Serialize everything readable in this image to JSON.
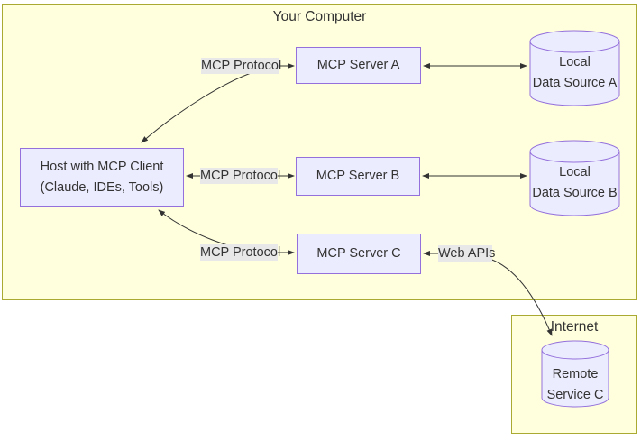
{
  "groups": {
    "your_computer": {
      "title": "Your Computer"
    },
    "internet": {
      "title": "Internet"
    }
  },
  "nodes": {
    "host": {
      "line1": "Host with MCP Client",
      "line2": "(Claude, IDEs, Tools)"
    },
    "server_a": {
      "label": "MCP Server A"
    },
    "server_b": {
      "label": "MCP Server B"
    },
    "server_c": {
      "label": "MCP Server C"
    },
    "data_a": {
      "line1": "Local",
      "line2": "Data Source A"
    },
    "data_b": {
      "line1": "Local",
      "line2": "Data Source B"
    },
    "remote_c": {
      "line1": "Remote",
      "line2": "Service C"
    }
  },
  "edges": [
    {
      "from": "Host with MCP Client",
      "to": "MCP Server A",
      "label": "MCP Protocol",
      "bidirectional": true
    },
    {
      "from": "Host with MCP Client",
      "to": "MCP Server B",
      "label": "MCP Protocol",
      "bidirectional": true
    },
    {
      "from": "Host with MCP Client",
      "to": "MCP Server C",
      "label": "MCP Protocol",
      "bidirectional": true
    },
    {
      "from": "MCP Server A",
      "to": "Local Data Source A",
      "label": "",
      "bidirectional": true
    },
    {
      "from": "MCP Server B",
      "to": "Local Data Source B",
      "label": "",
      "bidirectional": true
    },
    {
      "from": "MCP Server C",
      "to": "Remote Service C",
      "label": "Web APIs",
      "bidirectional": true
    }
  ],
  "colors": {
    "group_fill": "#ffffde",
    "group_border": "#aaaa33",
    "node_fill": "#ECECFF",
    "node_border": "#9370DB",
    "edge_label_bg": "#e8e8e8",
    "line": "#333333",
    "text": "#333333",
    "page_bg": "#ffffff"
  }
}
